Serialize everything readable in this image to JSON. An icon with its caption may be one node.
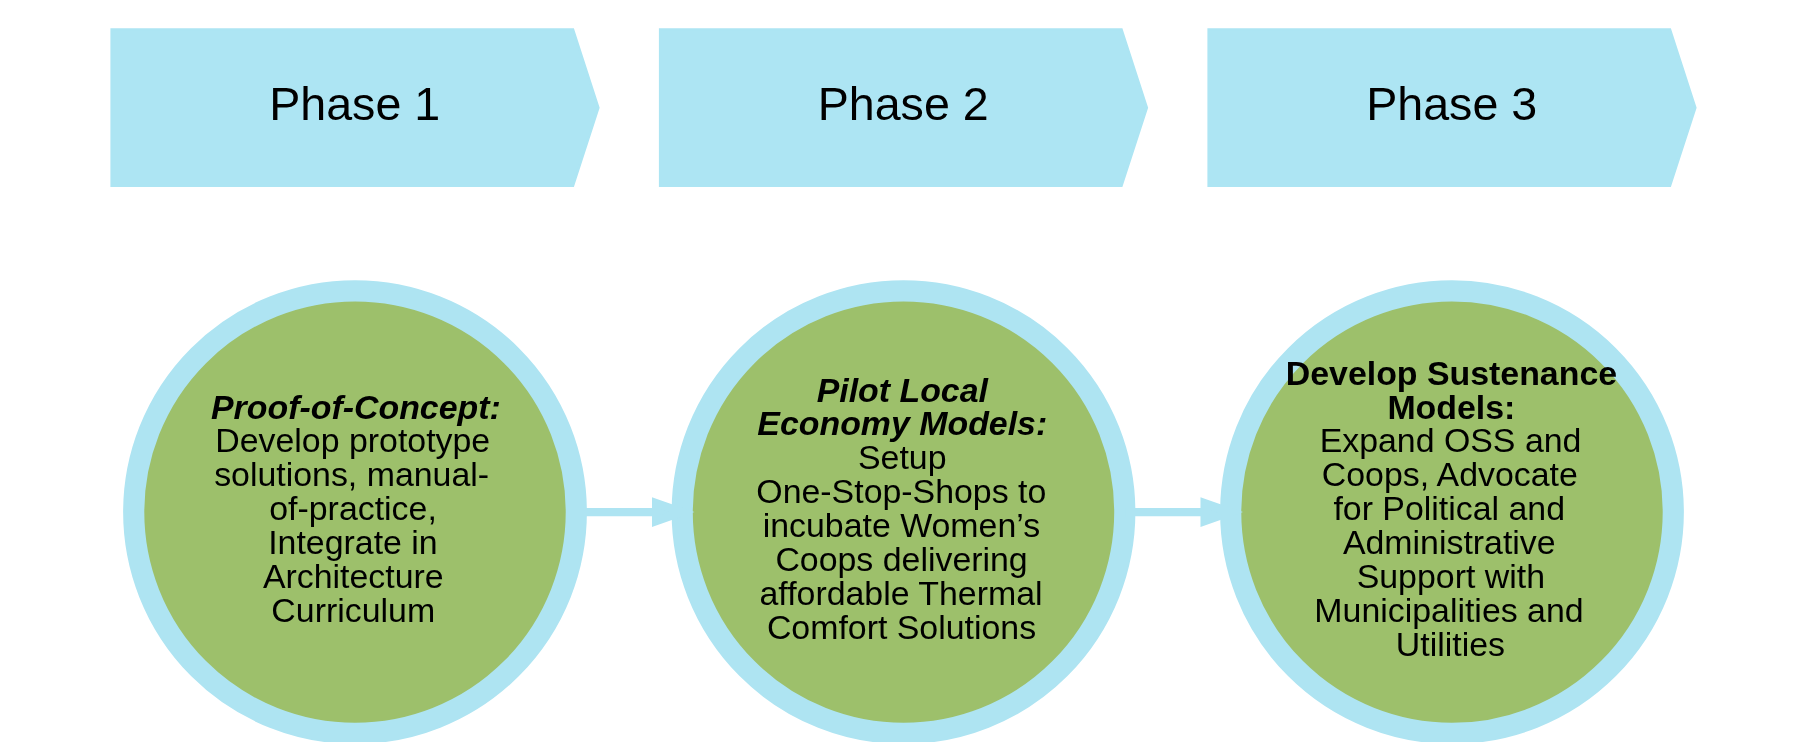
{
  "diagram": {
    "nodes": [
      {
        "text": [
          "Proof-of-Concept:",
          "Develop prototype solutions, manual-of-practice, Integrate in Architecture Curriculum"
        ]
      },
      {
        "text": [
          "Pilot Local Economy Models:",
          "Setup One-Stop-Shops to incubate Women’s Coops delivering affordable Thermal Comfort Solutions"
        ]
      },
      {
        "text": [
          "Develop Sustenance Models:",
          "Expand OSS and Coops, Advocate for Political and Administrative Support with Municipalities and Utilities"
        ]
      },
      {
        "text": [
          "Phase 1"
        ]
      },
      {
        "text": [
          "Phase 2"
        ]
      },
      {
        "text": [
          "Phase 3"
        ]
      }
    ],
    "edges": [
      {
        "from": 0,
        "to": 1,
        "arrow": "to"
      },
      {
        "from": 1,
        "to": 2,
        "arrow": "to"
      }
    ]
  }
}
